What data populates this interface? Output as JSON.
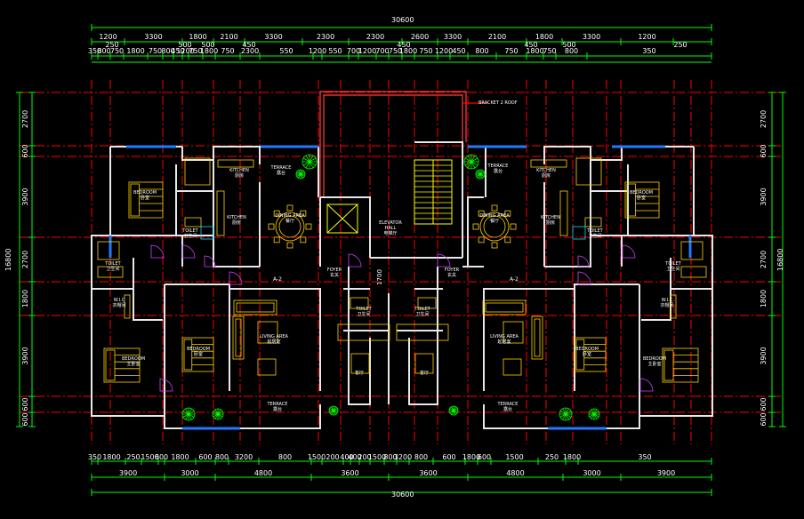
{
  "colors": {
    "background": "#000000",
    "dimension": "#00ff00",
    "grid_axis": "#ff0000",
    "wall": "#ffffff",
    "furniture": "#ffd400",
    "room_label": "#ffffff",
    "window": "#1e7bff",
    "lift": "#ffff00",
    "plant": "#00ff00",
    "door": "#ff00ff"
  },
  "dimensions": {
    "overall": "30600",
    "top_tier1": [
      "1200",
      "3300",
      "1800",
      "2100",
      "3300",
      "2300",
      "2300",
      "2600",
      "3300",
      "2100",
      "1800",
      "3300",
      "1200"
    ],
    "top_tier2": [
      "250",
      "500",
      "500",
      "450",
      "450",
      "450",
      "500",
      "250"
    ],
    "top_tier3": [
      "350",
      "800",
      "750",
      "1800",
      "750",
      "800",
      "450",
      "1200",
      "750",
      "1800",
      "750",
      "2300",
      "550",
      "1200",
      "550",
      "700",
      "1200",
      "700",
      "750",
      "1800",
      "750",
      "1200",
      "450",
      "800",
      "750",
      "1800",
      "750",
      "800",
      "350"
    ],
    "bottom_tier1": [
      "350",
      "1800",
      "250",
      "1500",
      "600",
      "1800",
      "600",
      "800",
      "3200",
      "800",
      "1500",
      "200",
      "400",
      "400",
      "200",
      "1500",
      "800",
      "3200",
      "800",
      "600",
      "1800",
      "600",
      "1500",
      "250",
      "1800",
      "350"
    ],
    "bottom_tier2": [
      "3900",
      "3000",
      "4800",
      "3600",
      "3600",
      "4800",
      "3000",
      "3900"
    ],
    "bottom_overall": "30600",
    "left": [
      "2700",
      "600",
      "3900",
      "2700",
      "1800",
      "3900",
      "600",
      "600"
    ],
    "left_overall": "16800",
    "right": [
      "2700",
      "600",
      "3900",
      "2700",
      "1800",
      "3900",
      "600",
      "600"
    ],
    "right_overall": "16800",
    "center_gap": "1700"
  },
  "notes": {
    "top_note": "BRACKET 2 ROOF"
  },
  "units": {
    "left": {
      "tag": "A-2",
      "rooms": {
        "terrace_top": {
          "en": "TERRACE",
          "cn": "露台"
        },
        "kitchen_top": {
          "en": "KITCHEN",
          "cn": "厨房"
        },
        "bedroom_top": {
          "en": "BEDROOM",
          "cn": "卧室"
        },
        "kitchen": {
          "en": "KITCHEN",
          "cn": "厨房"
        },
        "dining": {
          "en": "DINING AREA",
          "cn": "餐厅"
        },
        "toilet_a": {
          "en": "TOILET",
          "cn": "卫生间"
        },
        "toilet_b": {
          "en": "TOILET",
          "cn": "卫生间"
        },
        "wic": {
          "en": "W.I.C",
          "cn": "衣帽间"
        },
        "bedroom_left": {
          "en": "BEDROOM",
          "cn": "主卧室"
        },
        "bedroom_mid": {
          "en": "BEDROOM",
          "cn": "卧室"
        },
        "living": {
          "en": "LIVING AREA",
          "cn": "起居室"
        },
        "foyer": {
          "en": "FOYER",
          "cn": "玄关"
        },
        "toilet_c": {
          "en": "TOILET",
          "cn": "卫生间"
        },
        "terrace_bottom": {
          "en": "TERRACE",
          "cn": "露台"
        }
      }
    },
    "right": {
      "tag": "A-2",
      "rooms": {
        "terrace_top": {
          "en": "TERRACE",
          "cn": "露台"
        },
        "kitchen_top": {
          "en": "KITCHEN",
          "cn": "厨房"
        },
        "bedroom_top": {
          "en": "BEDROOM",
          "cn": "卧室"
        },
        "kitchen": {
          "en": "KITCHEN",
          "cn": "厨房"
        },
        "dining": {
          "en": "DINING AREA",
          "cn": "餐厅"
        },
        "toilet_a": {
          "en": "TOILET",
          "cn": "卫生间"
        },
        "toilet_b": {
          "en": "TOILET",
          "cn": "卫生间"
        },
        "wic": {
          "en": "W.I.C",
          "cn": "衣帽间"
        },
        "bedroom_right": {
          "en": "BEDROOM",
          "cn": "主卧室"
        },
        "bedroom_mid": {
          "en": "BEDROOM",
          "cn": "卧室"
        },
        "living": {
          "en": "LIVING AREA",
          "cn": "起居室"
        },
        "foyer": {
          "en": "FOYER",
          "cn": "玄关"
        },
        "toilet_c": {
          "en": "TOILET",
          "cn": "卫生间"
        },
        "terrace_bottom": {
          "en": "TERRACE",
          "cn": "露台"
        }
      }
    }
  },
  "core": {
    "elevator": {
      "en": "ELEVATOR",
      "en2": "HALL",
      "cn": "电梯厅"
    },
    "shared_bottom_left": "客厅",
    "shared_bottom_right": "客厅"
  }
}
